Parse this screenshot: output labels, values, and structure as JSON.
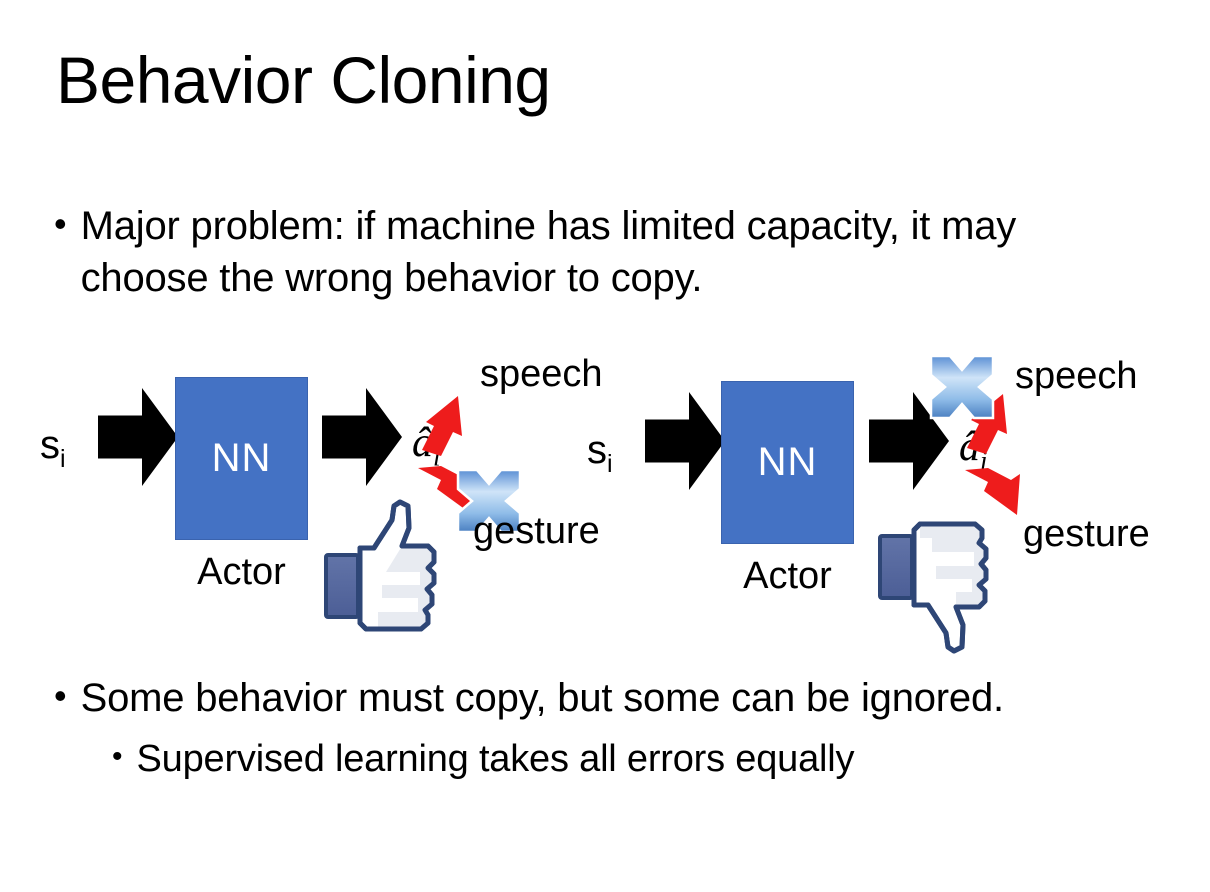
{
  "slide": {
    "title": "Behavior Cloning",
    "background_color": "#FFFFFF",
    "text_color": "#000000"
  },
  "bullets": [
    {
      "id": "bullet-1",
      "level": 1,
      "marker": "•",
      "text": "Major problem: if machine has limited capacity, it may choose the wrong behavior to copy."
    },
    {
      "id": "bullet-2",
      "level": 1,
      "marker": "•",
      "text": "Some behavior must copy, but some can be ignored."
    },
    {
      "id": "bullet-3",
      "level": 2,
      "marker": "•",
      "text": "Supervised learning takes all errors equally"
    }
  ],
  "colors": {
    "nn_box_fill": "#4472C4",
    "nn_box_border": "#3A63AE",
    "arrow_black": "#000000",
    "arrow_red": "#EE1C1C",
    "cross_blue_light": "#CFE4F8",
    "cross_blue_mid": "#6FA3DC",
    "cross_blue_dark": "#4A7FC1",
    "hand_outline": "#3B5998",
    "hand_cuff": "#5A6FA8",
    "hand_fill": "#FFFFFF",
    "hand_shade": "#E3E6EC"
  },
  "diagrams": [
    {
      "id": "diagram-left",
      "name": "behavior-cloning-correct",
      "state_label": "s",
      "state_subscript": "i",
      "box_label": "NN",
      "box_caption": "Actor",
      "action_label": "â",
      "action_subscript": "i",
      "outputs": [
        {
          "label": "speech",
          "position": "upper-right",
          "crossed_out": false
        },
        {
          "label": "gesture",
          "position": "lower-right",
          "crossed_out": true
        }
      ],
      "verdict_icon": "thumbs-up-icon",
      "verdict": "approved"
    },
    {
      "id": "diagram-right",
      "name": "behavior-cloning-wrong",
      "state_label": "s",
      "state_subscript": "i",
      "box_label": "NN",
      "box_caption": "Actor",
      "action_label": "â",
      "action_subscript": "i",
      "outputs": [
        {
          "label": "speech",
          "position": "upper-right",
          "crossed_out": true
        },
        {
          "label": "gesture",
          "position": "lower-right",
          "crossed_out": false
        }
      ],
      "verdict_icon": "thumbs-down-icon",
      "verdict": "rejected"
    }
  ]
}
